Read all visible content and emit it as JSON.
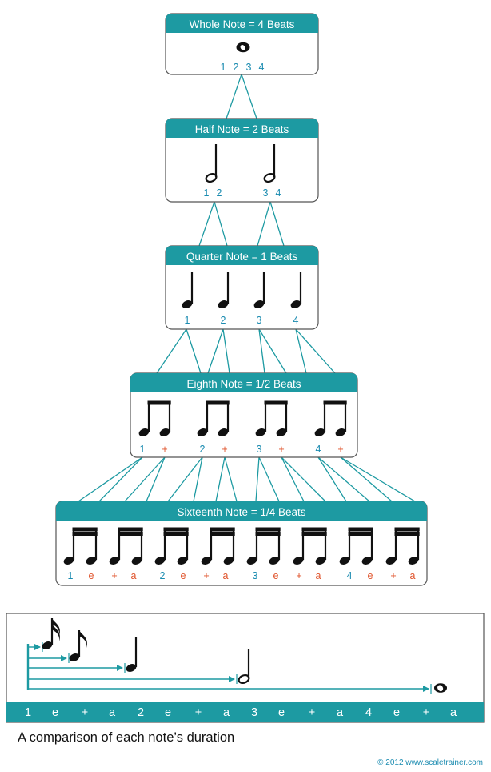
{
  "colors": {
    "teal": "#1d9aa2",
    "orange": "#e0542c",
    "count_blue": "#1a8bb0",
    "black": "#111111",
    "border": "#555555"
  },
  "whole": {
    "title": "Whole Note = 4 Beats",
    "counts": [
      "1",
      "2",
      "3",
      "4"
    ]
  },
  "half": {
    "title": "Half Note = 2 Beats",
    "counts": [
      "1",
      "2",
      "3",
      "4"
    ]
  },
  "quarter": {
    "title": "Quarter Note = 1 Beats",
    "counts": [
      "1",
      "2",
      "3",
      "4"
    ]
  },
  "eighth": {
    "title": "Eighth Note = 1/2 Beats",
    "counts": [
      "1",
      "+",
      "2",
      "+",
      "3",
      "+",
      "4",
      "+"
    ]
  },
  "sixteenth": {
    "title": "Sixteenth Note = 1/4 Beats",
    "counts": [
      "1",
      "e",
      "+",
      "a",
      "2",
      "e",
      "+",
      "a",
      "3",
      "e",
      "+",
      "a",
      "4",
      "e",
      "+",
      "a"
    ]
  },
  "comparison": {
    "counts": [
      "1",
      "e",
      "+",
      "a",
      "2",
      "e",
      "+",
      "a",
      "3",
      "e",
      "+",
      "a",
      "4",
      "e",
      "+",
      "a"
    ],
    "caption": "A comparison of each note’s duration"
  },
  "copyright": "© 2012 www.scaletrainer.com"
}
